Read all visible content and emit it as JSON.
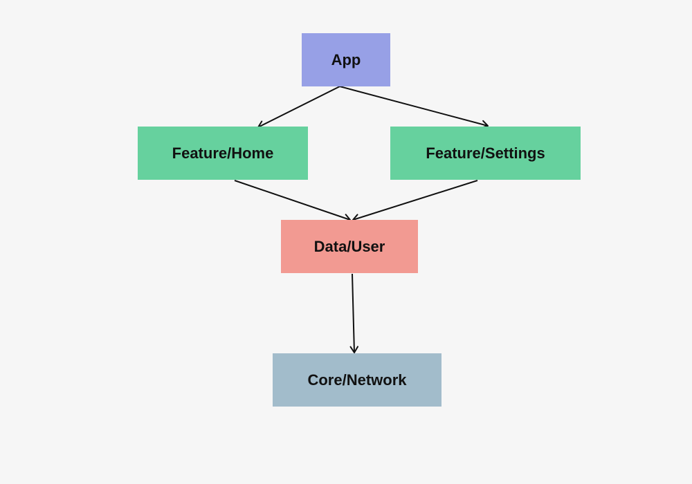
{
  "nodes": [
    {
      "id": "app",
      "label": "App",
      "color": "#97a0e6"
    },
    {
      "id": "home",
      "label": "Feature/Home",
      "color": "#66d19e"
    },
    {
      "id": "settings",
      "label": "Feature/Settings",
      "color": "#66d19e"
    },
    {
      "id": "user",
      "label": "Data/User",
      "color": "#f29a92"
    },
    {
      "id": "network",
      "label": "Core/Network",
      "color": "#a2bccb"
    }
  ],
  "edges": [
    {
      "from": "app",
      "to": "home"
    },
    {
      "from": "app",
      "to": "settings"
    },
    {
      "from": "home",
      "to": "user"
    },
    {
      "from": "settings",
      "to": "user"
    },
    {
      "from": "user",
      "to": "network"
    }
  ],
  "edge_color": "#111111"
}
